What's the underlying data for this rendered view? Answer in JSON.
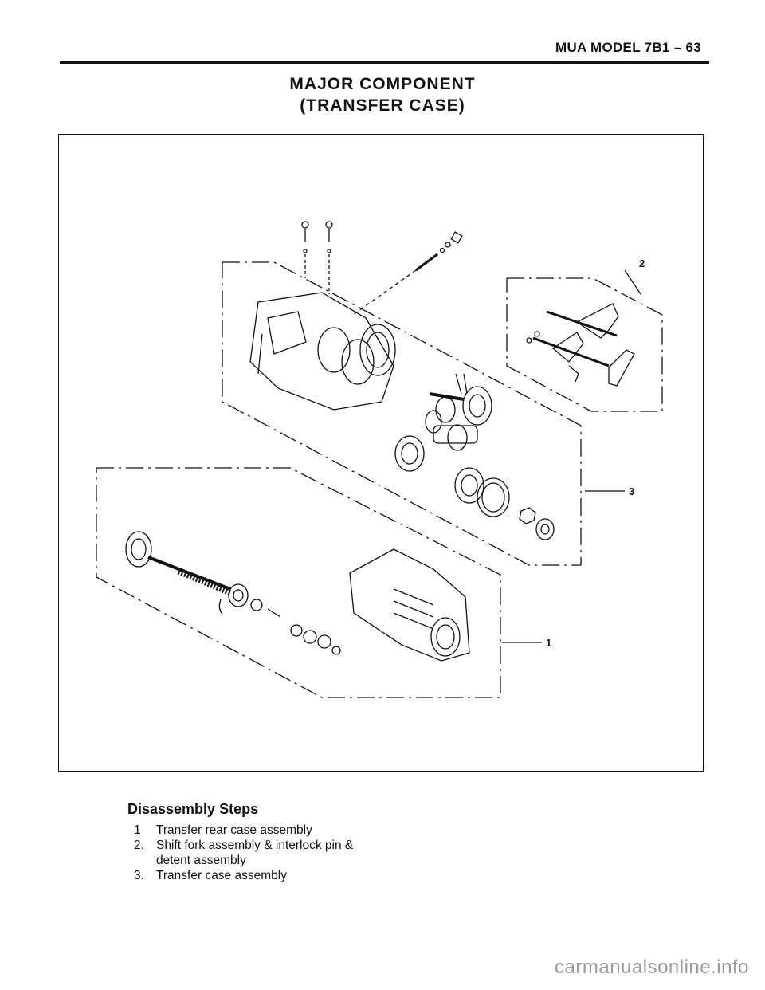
{
  "header": {
    "page_ref": "MUA MODEL  7B1 – 63"
  },
  "title": {
    "line1": "MAJOR COMPONENT",
    "line2": "(TRANSFER CASE)"
  },
  "figure": {
    "callouts": [
      "2",
      "3",
      "1"
    ]
  },
  "disassembly": {
    "heading": "Disassembly Steps",
    "steps": [
      {
        "num": "1",
        "text": "Transfer rear case assembly"
      },
      {
        "num": "2.",
        "text": "Shift fork assembly & interlock pin &"
      },
      {
        "num": "",
        "text": "detent assembly"
      },
      {
        "num": "3.",
        "text": "Transfer case assembly"
      }
    ]
  },
  "watermark": "carmanualsonline.info"
}
